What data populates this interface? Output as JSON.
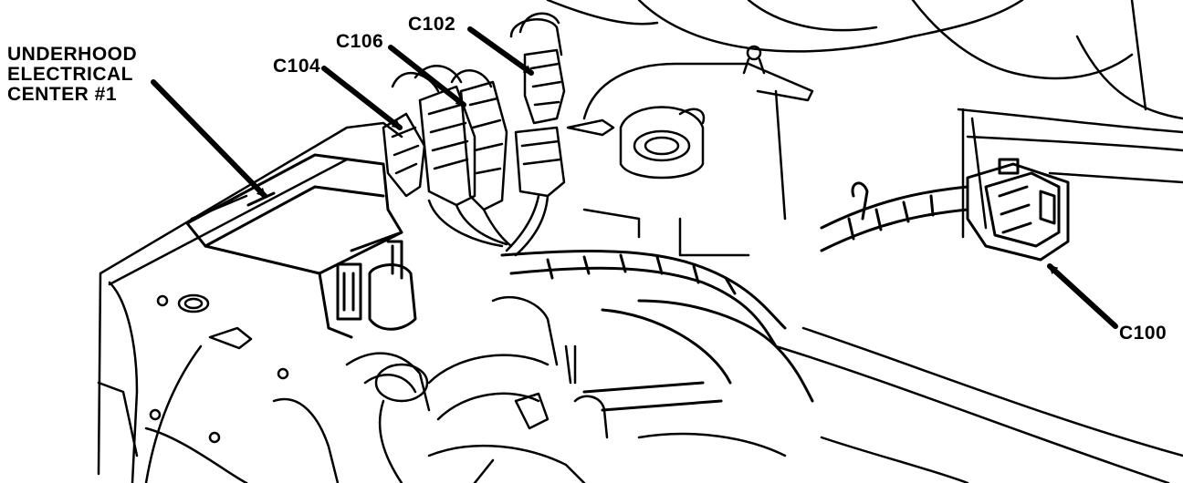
{
  "callouts": {
    "underhood_electrical_center": {
      "lines": [
        "UNDERHOOD",
        "ELECTRICAL",
        "CENTER #1"
      ]
    },
    "c102": "C102",
    "c106": "C106",
    "c104": "C104",
    "c100": "C100"
  },
  "colors": {
    "ink": "#000000",
    "paper": "#ffffff"
  }
}
